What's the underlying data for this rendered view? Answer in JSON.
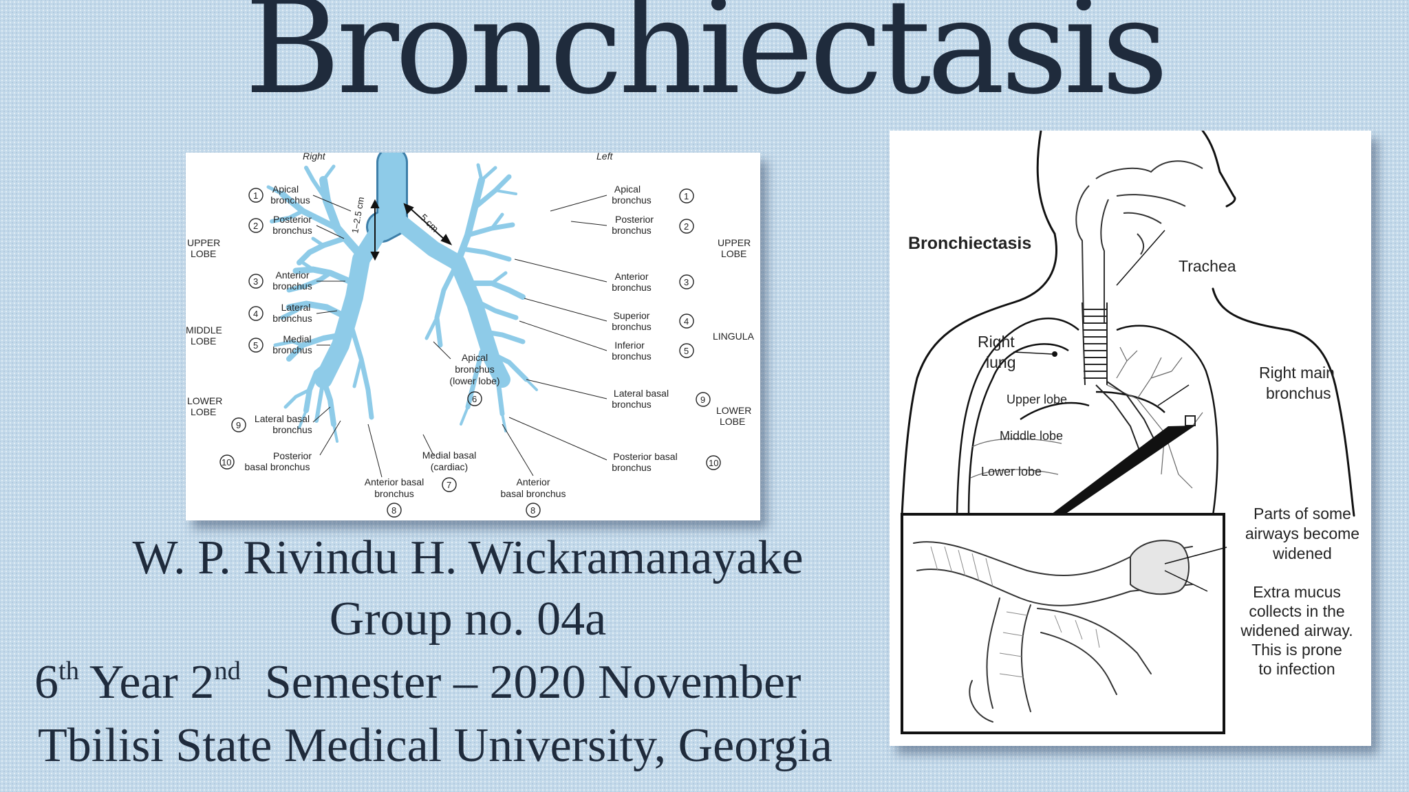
{
  "slide": {
    "title": "Bronchiectasis",
    "author": "W. P. Rivindu H. Wickramanayake",
    "group": "Group no. 04a",
    "semester_year": "6",
    "semester_year_suffix": "th",
    "semester_mid": " Year 2",
    "semester_sem_suffix": "nd",
    "semester_rest": "  Semester – 2020 November",
    "university": "Tbilisi State Medical University, Georgia"
  },
  "bronchial_tree": {
    "side_right": "Right",
    "side_left": "Left",
    "measure_trachea": "1–2.5 cm",
    "measure_left": "5 cm",
    "lobes_left_column": [
      "UPPER",
      "LOBE",
      "MIDDLE",
      "LOBE",
      "LOWER",
      "LOBE"
    ],
    "lobes_right_column": [
      "UPPER",
      "LOBE",
      "LINGULA",
      "LOWER",
      "LOBE"
    ],
    "right_labels": [
      {
        "num": "1",
        "l1": "Apical",
        "l2": "bronchus"
      },
      {
        "num": "2",
        "l1": "Posterior",
        "l2": "bronchus"
      },
      {
        "num": "3",
        "l1": "Anterior",
        "l2": "bronchus"
      },
      {
        "num": "4",
        "l1": "Lateral",
        "l2": "bronchus"
      },
      {
        "num": "5",
        "l1": "Medial",
        "l2": "bronchus"
      },
      {
        "num": "9",
        "l1": "Lateral basal",
        "l2": "bronchus"
      },
      {
        "num": "10",
        "l1": "Posterior",
        "l2": "basal bronchus"
      }
    ],
    "left_labels": [
      {
        "num": "1",
        "l1": "Apical",
        "l2": "bronchus"
      },
      {
        "num": "2",
        "l1": "Posterior",
        "l2": "bronchus"
      },
      {
        "num": "3",
        "l1": "Anterior",
        "l2": "bronchus"
      },
      {
        "num": "4",
        "l1": "Superior",
        "l2": "bronchus"
      },
      {
        "num": "5",
        "l1": "Inferior",
        "l2": "bronchus"
      },
      {
        "num": "9",
        "l1": "Lateral basal",
        "l2": "bronchus"
      },
      {
        "num": "10",
        "l1": "Posterior basal",
        "l2": "bronchus"
      }
    ],
    "center_labels": {
      "apical_l1": "Apical",
      "apical_l2": "bronchus",
      "apical_l3": "(lower lobe)",
      "apical_num": "6",
      "medial_l1": "Medial basal",
      "medial_l2": "(cardiac)",
      "medial_num": "7",
      "ant_r_l1": "Anterior basal",
      "ant_r_l2": "bronchus",
      "ant_r_num": "8",
      "ant_l_l1": "Anterior",
      "ant_l_l2": "basal bronchus",
      "ant_l_num": "8"
    }
  },
  "lung_diagram": {
    "heading": "Bronchiectasis",
    "trachea": "Trachea",
    "right_lung_l1": "Right",
    "right_lung_l2": "lung",
    "upper_lobe": "Upper lobe",
    "middle_lobe": "Middle lobe",
    "lower_lobe": "Lower lobe",
    "main_bronchus_l1": "Right main",
    "main_bronchus_l2": "bronchus",
    "widened": [
      "Parts of some",
      "airways become",
      "widened"
    ],
    "mucus": [
      "Extra mucus",
      "collects in the",
      "widened airway.",
      "This is prone",
      "to infection"
    ]
  }
}
